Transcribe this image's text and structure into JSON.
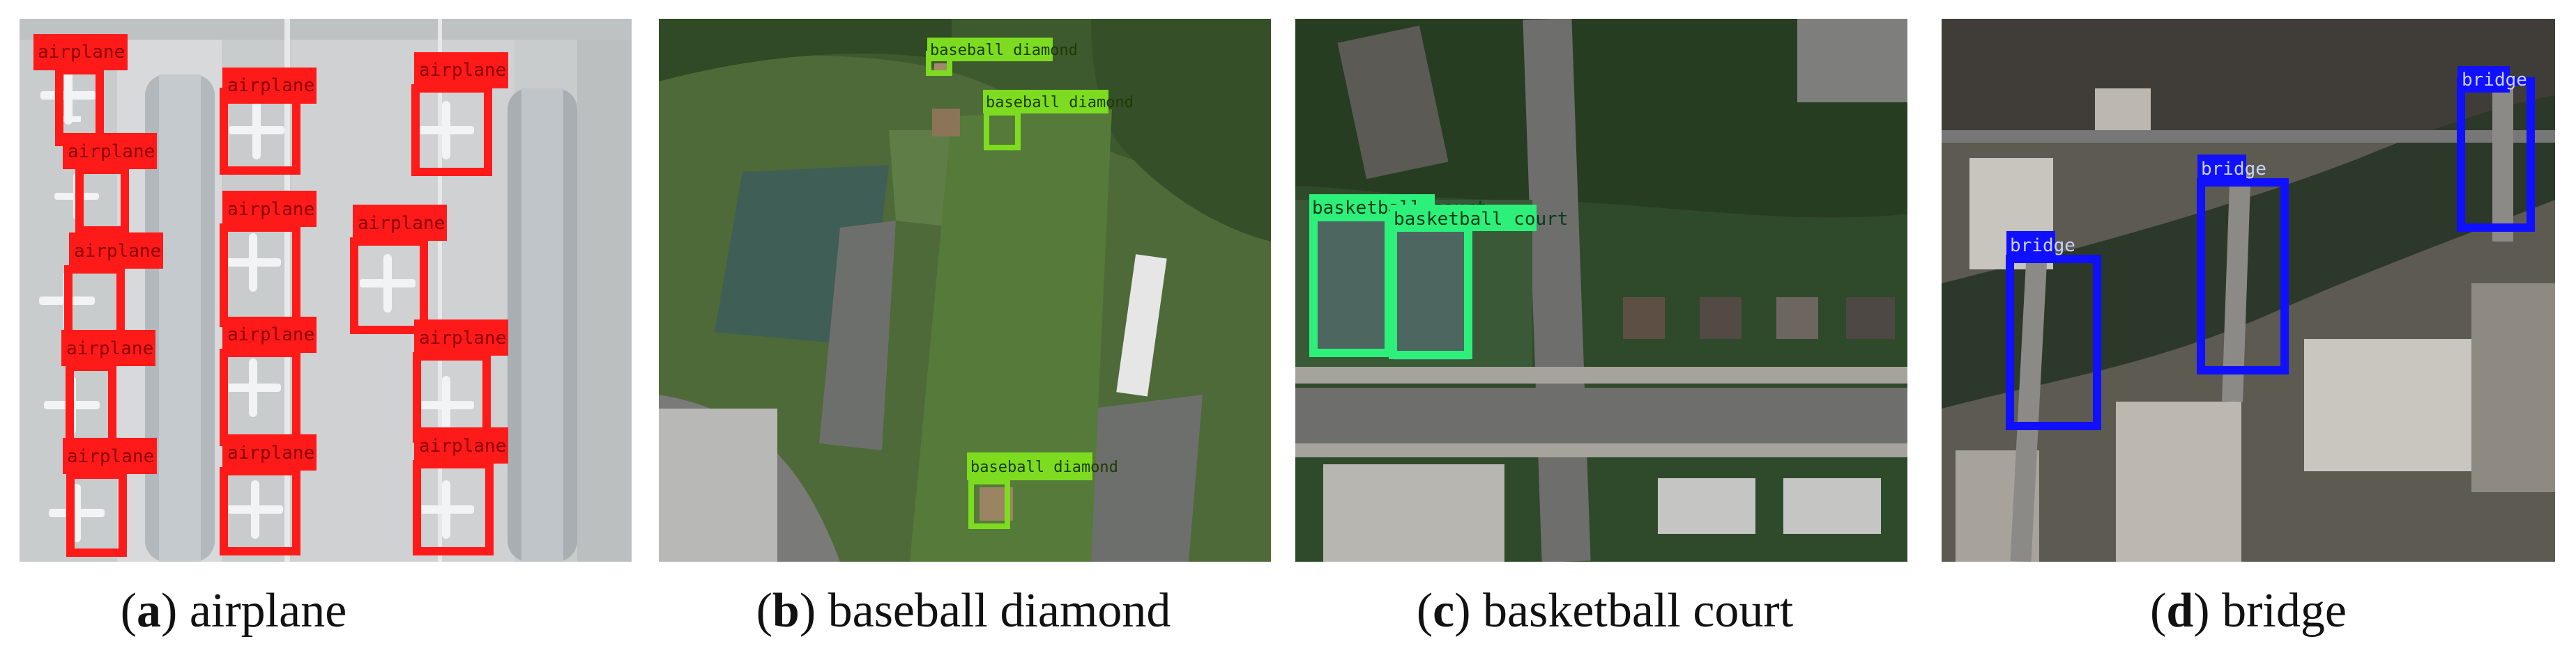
{
  "panels": [
    {
      "id": "a",
      "caption_letter": "a",
      "caption_text": "airplane",
      "box_color": "#ff1a1a",
      "label_color": "#ff1a1a",
      "text_color": "#8b0000",
      "boxes": [
        {
          "label": "airplane"
        },
        {
          "label": "airplane"
        },
        {
          "label": "airplane"
        },
        {
          "label": "airplane"
        },
        {
          "label": "airplane"
        },
        {
          "label": "airplane"
        },
        {
          "label": "airplane"
        },
        {
          "label": "airplane"
        },
        {
          "label": "airplane"
        },
        {
          "label": "airplane"
        },
        {
          "label": "airplane"
        },
        {
          "label": "airplane"
        },
        {
          "label": "airplane"
        },
        {
          "label": "airplane"
        }
      ]
    },
    {
      "id": "b",
      "caption_letter": "b",
      "caption_text": "baseball diamond",
      "box_color": "#7ddc1f",
      "label_color": "#7ddc1f",
      "text_color": "#1d3a00",
      "boxes": [
        {
          "label": "baseball diamond"
        },
        {
          "label": "baseball diamond"
        },
        {
          "label": "baseball diamond"
        }
      ]
    },
    {
      "id": "c",
      "caption_letter": "c",
      "caption_text": "basketball court",
      "box_color": "#2cf07a",
      "label_color": "#2cf07a",
      "text_color": "#053b1a",
      "boxes": [
        {
          "label": "basketball court"
        },
        {
          "label": "basketball court"
        }
      ]
    },
    {
      "id": "d",
      "caption_letter": "d",
      "caption_text": "bridge",
      "box_color": "#1010ff",
      "label_color": "#1010ff",
      "text_color": "#c8d2ff",
      "boxes": [
        {
          "label": "bridge"
        },
        {
          "label": "bridge"
        },
        {
          "label": "bridge"
        }
      ]
    }
  ]
}
